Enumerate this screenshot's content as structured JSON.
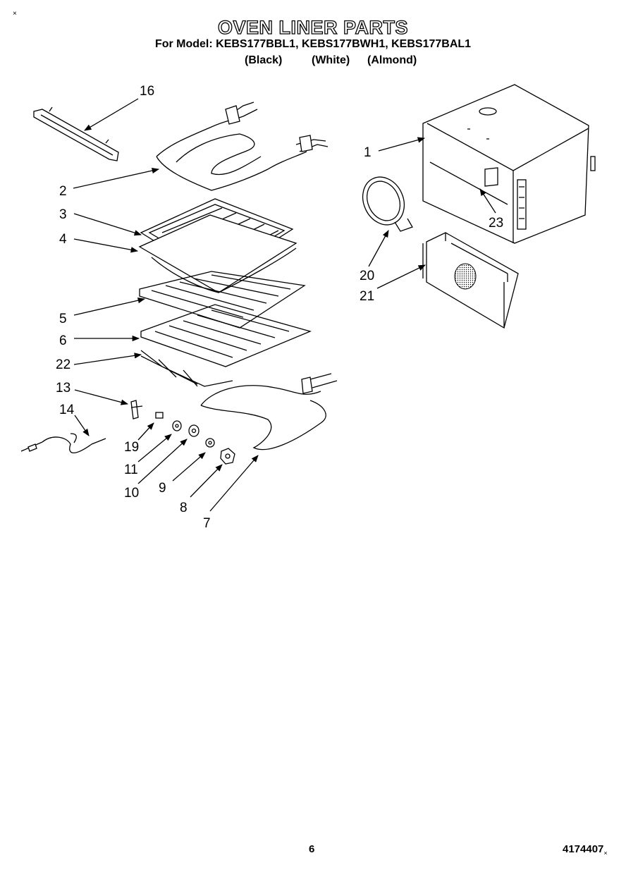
{
  "header": {
    "title": "OVEN LINER PARTS",
    "models": "For Model: KEBS177BBL1, KEBS177BWH1, KEBS177BAL1",
    "color_black": "(Black)",
    "color_white": "(White)",
    "color_almond": "(Almond)"
  },
  "corner_mark": "×",
  "callouts": {
    "c16": "16",
    "c2": "2",
    "c3": "3",
    "c4": "4",
    "c5": "5",
    "c6": "6",
    "c22": "22",
    "c13": "13",
    "c14": "14",
    "c19": "19",
    "c11": "11",
    "c10": "10",
    "c9": "9",
    "c8": "8",
    "c7": "7",
    "c1": "1",
    "c23": "23",
    "c20": "20",
    "c21": "21"
  },
  "footer": {
    "page_number": "6",
    "document_number": "4174407",
    "end_mark": "×"
  }
}
